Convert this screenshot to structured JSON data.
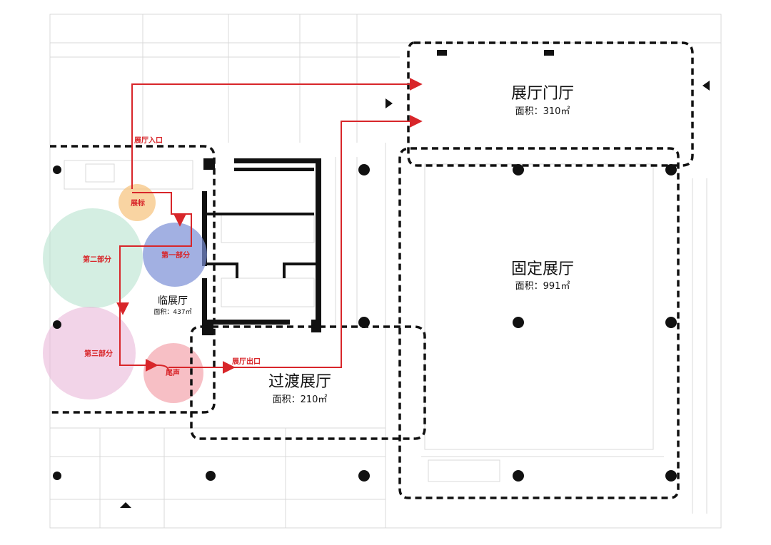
{
  "halls": {
    "lobby": {
      "name": "展厅门厅",
      "area": "面积：310㎡"
    },
    "fixed": {
      "name": "固定展厅",
      "area": "面积：991㎡"
    },
    "transition": {
      "name": "过渡展厅",
      "area": "面积：210㎡"
    },
    "temporary": {
      "name": "临展厅",
      "area": "面积：437㎡"
    }
  },
  "zones": {
    "exhibit_sign": "展标",
    "part1": "第一部分",
    "part2": "第二部分",
    "part3": "第三部分",
    "epilogue": "尾声"
  },
  "flow": {
    "entrance": "展厅入口",
    "exit": "展厅出口"
  },
  "colors": {
    "route": "#d8262a",
    "boundary": "#111111",
    "part1": "#7b8fd6",
    "part2": "#b7e2cf",
    "part3": "#e9b7d9",
    "exhibit_sign": "#f6c27a",
    "epilogue": "#f08a96"
  }
}
